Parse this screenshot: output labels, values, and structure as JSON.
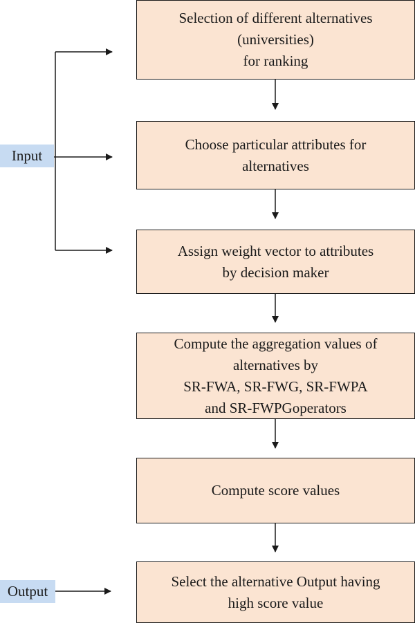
{
  "flow": {
    "steps": [
      {
        "lines": [
          "Selection of different alternatives",
          "(universities)",
          "for ranking"
        ]
      },
      {
        "lines": [
          "Choose particular attributes for",
          "alternatives"
        ]
      },
      {
        "lines": [
          "Assign weight vector to attributes",
          "by decision maker"
        ]
      },
      {
        "lines": [
          "Compute the aggregation values of",
          "alternatives by",
          "SR-FWA, SR-FWG, SR-FWPA",
          "and SR-FWPGoperators"
        ]
      },
      {
        "lines": [
          "Compute score values"
        ]
      },
      {
        "lines": [
          "Select the alternative Output having",
          "high score value"
        ]
      }
    ],
    "input_label": "Input",
    "output_label": "Output"
  },
  "colors": {
    "box_fill": "#fbe4d2",
    "label_fill": "#c7dbf2",
    "line": "#1a1a1a"
  }
}
